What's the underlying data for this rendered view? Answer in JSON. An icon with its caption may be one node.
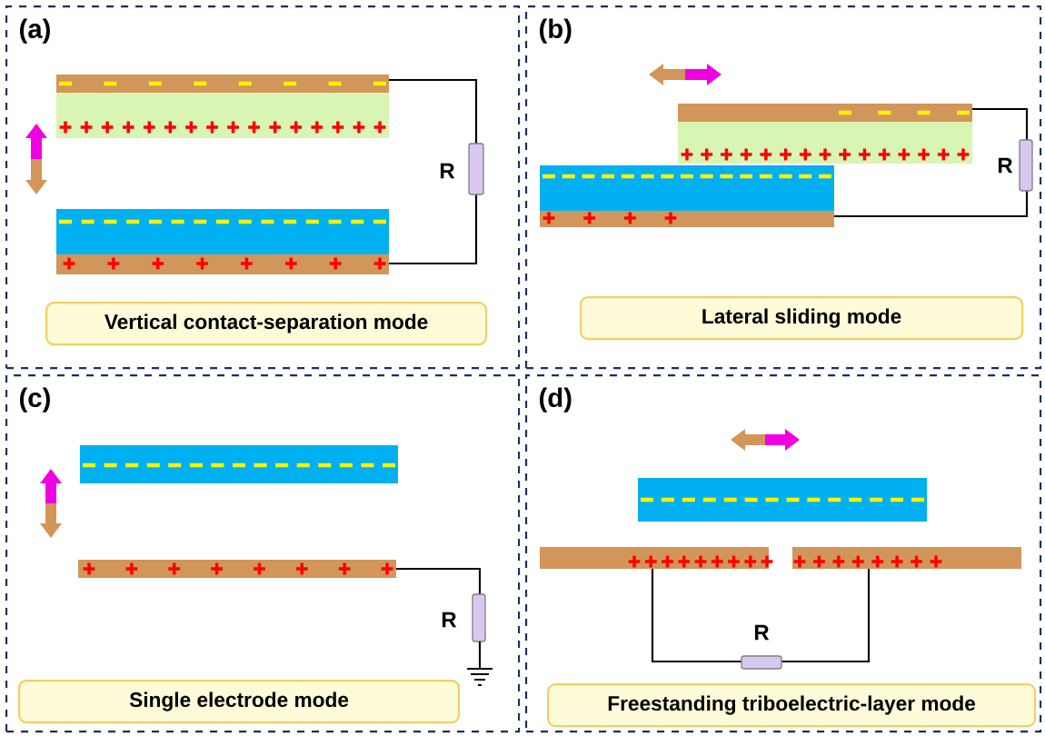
{
  "diagram": {
    "nodes": [
      {
        "text": [
          "(a)"
        ]
      },
      {
        "text": [
          "Vertical contact-separation mode"
        ],
        "in": 0
      },
      {
        "text": [
          "(b)"
        ]
      },
      {
        "text": [
          "Lateral sliding mode"
        ],
        "in": 2
      },
      {
        "text": [
          "(c)"
        ]
      },
      {
        "text": [
          "Single electrode mode"
        ],
        "in": 4
      },
      {
        "text": [
          "(d)"
        ]
      },
      {
        "text": [
          "Freestanding triboelectric-layer mode"
        ],
        "in": 6
      }
    ],
    "labels": [
      "R",
      "R",
      "R",
      "R"
    ]
  }
}
